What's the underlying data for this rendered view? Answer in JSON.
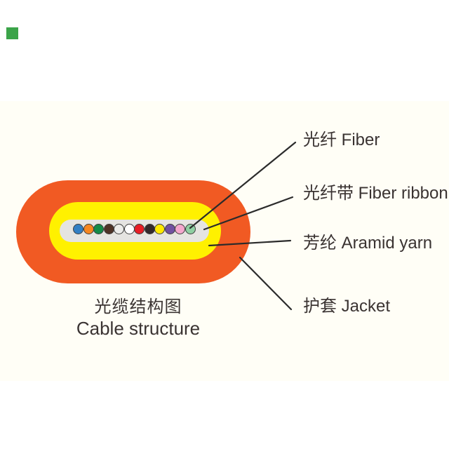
{
  "page": {
    "background": "#FFFFFF",
    "band_color": "#FFFEF6",
    "text_color": "#3A3332",
    "leader_line_color": "#2B2B2B"
  },
  "decoration": {
    "green_square_color": "#3BA449"
  },
  "diagram": {
    "layers": {
      "jacket": {
        "color": "#F15A23"
      },
      "aramid": {
        "color": "#FFF100"
      },
      "ribbon": {
        "color": "#E5E4E1"
      }
    },
    "fiber_outline_color": "#3F3F3F",
    "fibers": [
      {
        "name": "blue",
        "color": "#327FC4"
      },
      {
        "name": "orange",
        "color": "#F6861F"
      },
      {
        "name": "green",
        "color": "#148B47"
      },
      {
        "name": "brown",
        "color": "#4F3327"
      },
      {
        "name": "slate",
        "color": "#ECECEA"
      },
      {
        "name": "white",
        "color": "#FFFFFF"
      },
      {
        "name": "red",
        "color": "#E81E25"
      },
      {
        "name": "black",
        "color": "#342A2B"
      },
      {
        "name": "yellow",
        "color": "#FFE900"
      },
      {
        "name": "violet",
        "color": "#7251A1"
      },
      {
        "name": "rose",
        "color": "#F4A7CD"
      },
      {
        "name": "aqua",
        "color": "#8FCFA2"
      }
    ],
    "callouts": [
      {
        "text": "光纤 Fiber"
      },
      {
        "text": "光纤带 Fiber ribbon"
      },
      {
        "text": "芳纶 Aramid yarn"
      },
      {
        "text": "护套 Jacket"
      }
    ],
    "caption": {
      "zh": "光缆结构图",
      "en": "Cable structure"
    }
  }
}
